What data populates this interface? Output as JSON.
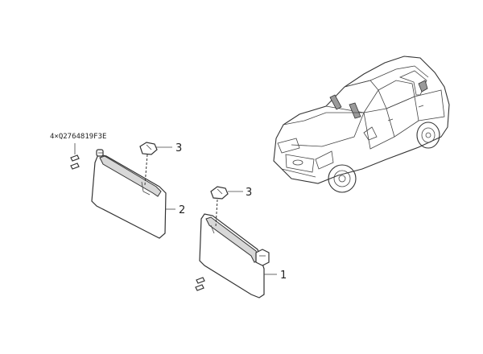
{
  "callouts": {
    "visor_right": "1",
    "visor_left": "2",
    "clip_left": "3",
    "clip_right": "3"
  },
  "bolt_label": "4×Q2764819F3E"
}
